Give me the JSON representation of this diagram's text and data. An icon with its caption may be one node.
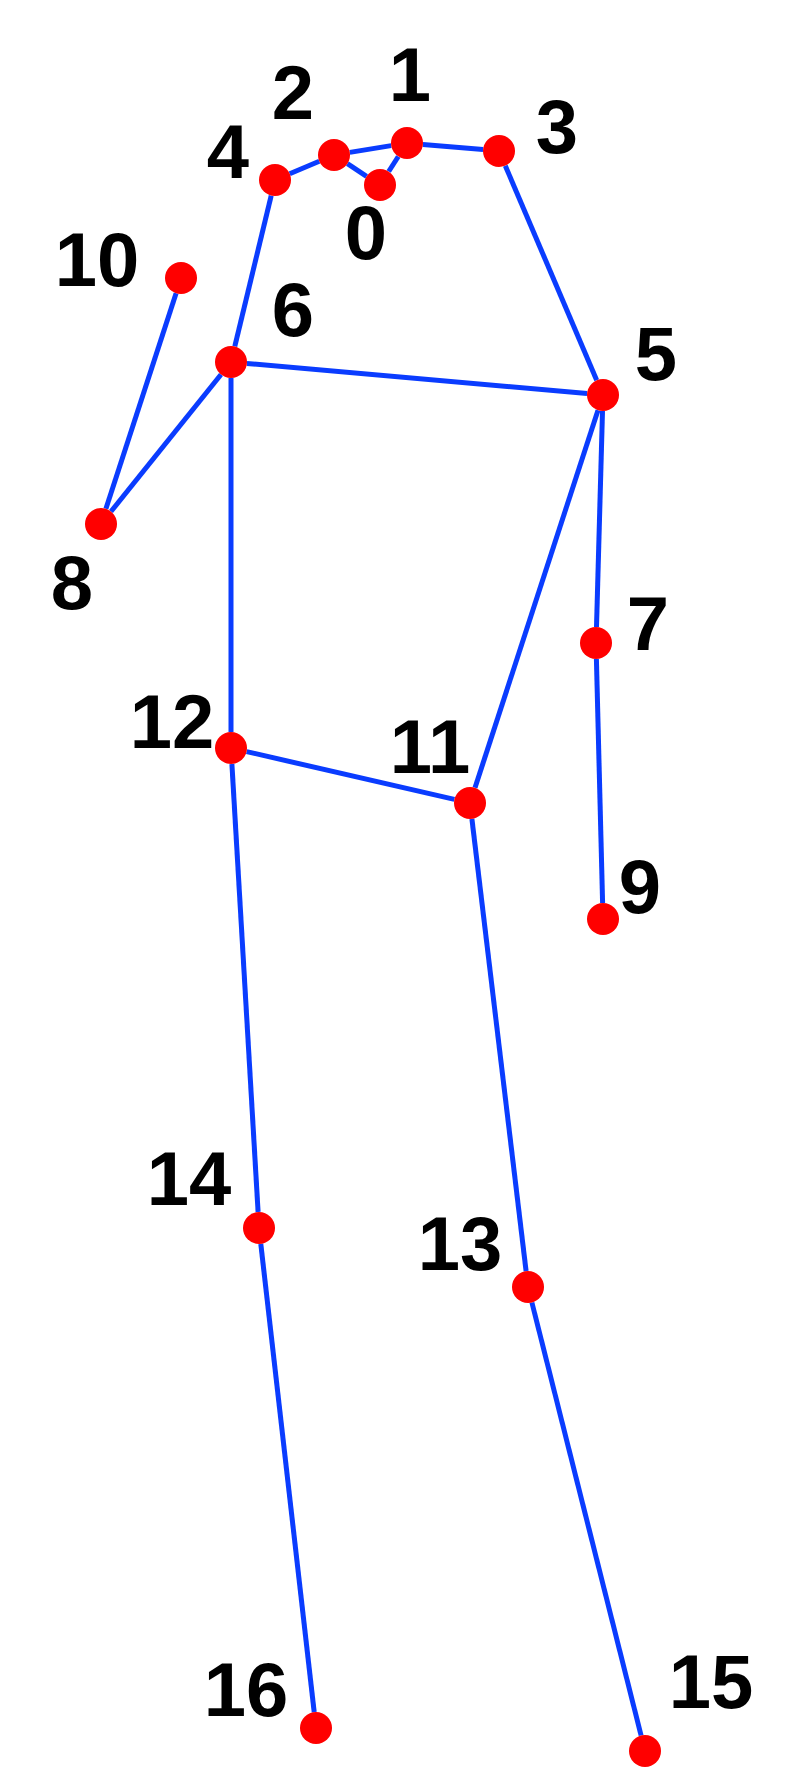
{
  "diagram": {
    "nodes": [
      {
        "text": [],
        "shape": "circle",
        "beside": [
          "0"
        ]
      },
      {
        "text": [],
        "shape": "circle",
        "beside": [
          "1"
        ]
      },
      {
        "text": [],
        "shape": "circle",
        "beside": [
          "2"
        ]
      },
      {
        "text": [],
        "shape": "circle",
        "beside": [
          "3"
        ]
      },
      {
        "text": [],
        "shape": "circle",
        "beside": [
          "4"
        ]
      },
      {
        "text": [],
        "shape": "circle",
        "beside": [
          "5"
        ]
      },
      {
        "text": [],
        "shape": "circle",
        "beside": [
          "6"
        ]
      },
      {
        "text": [],
        "shape": "circle",
        "beside": [
          "7"
        ]
      },
      {
        "text": [],
        "shape": "circle",
        "beside": [
          "8"
        ]
      },
      {
        "text": [],
        "shape": "circle",
        "beside": [
          "9"
        ]
      },
      {
        "text": [],
        "shape": "circle",
        "beside": [
          "10"
        ]
      },
      {
        "text": [],
        "shape": "circle",
        "beside": [
          "11"
        ]
      },
      {
        "text": [],
        "shape": "circle",
        "beside": [
          "12"
        ]
      },
      {
        "text": [],
        "shape": "circle",
        "beside": [
          "13"
        ]
      },
      {
        "text": [],
        "shape": "circle",
        "beside": [
          "14"
        ]
      },
      {
        "text": [],
        "shape": "circle",
        "beside": [
          "15"
        ]
      },
      {
        "text": [],
        "shape": "circle",
        "beside": [
          "16"
        ]
      }
    ],
    "edges": [
      {
        "from": 4,
        "to": 2,
        "arrow": "none"
      },
      {
        "from": 2,
        "to": 1,
        "arrow": "none"
      },
      {
        "from": 2,
        "to": 0,
        "arrow": "none"
      },
      {
        "from": 0,
        "to": 1,
        "arrow": "none"
      },
      {
        "from": 1,
        "to": 3,
        "arrow": "none"
      },
      {
        "from": 4,
        "to": 6,
        "arrow": "none"
      },
      {
        "from": 3,
        "to": 5,
        "arrow": "none"
      },
      {
        "from": 6,
        "to": 5,
        "arrow": "none"
      },
      {
        "from": 10,
        "to": 8,
        "arrow": "none"
      },
      {
        "from": 6,
        "to": 8,
        "arrow": "none"
      },
      {
        "from": 5,
        "to": 7,
        "arrow": "none"
      },
      {
        "from": 7,
        "to": 9,
        "arrow": "none"
      },
      {
        "from": 6,
        "to": 12,
        "arrow": "none"
      },
      {
        "from": 5,
        "to": 11,
        "arrow": "none"
      },
      {
        "from": 12,
        "to": 11,
        "arrow": "none"
      },
      {
        "from": 12,
        "to": 14,
        "arrow": "none"
      },
      {
        "from": 11,
        "to": 13,
        "arrow": "none"
      },
      {
        "from": 14,
        "to": 16,
        "arrow": "none"
      },
      {
        "from": 13,
        "to": 15,
        "arrow": "none"
      }
    ]
  }
}
